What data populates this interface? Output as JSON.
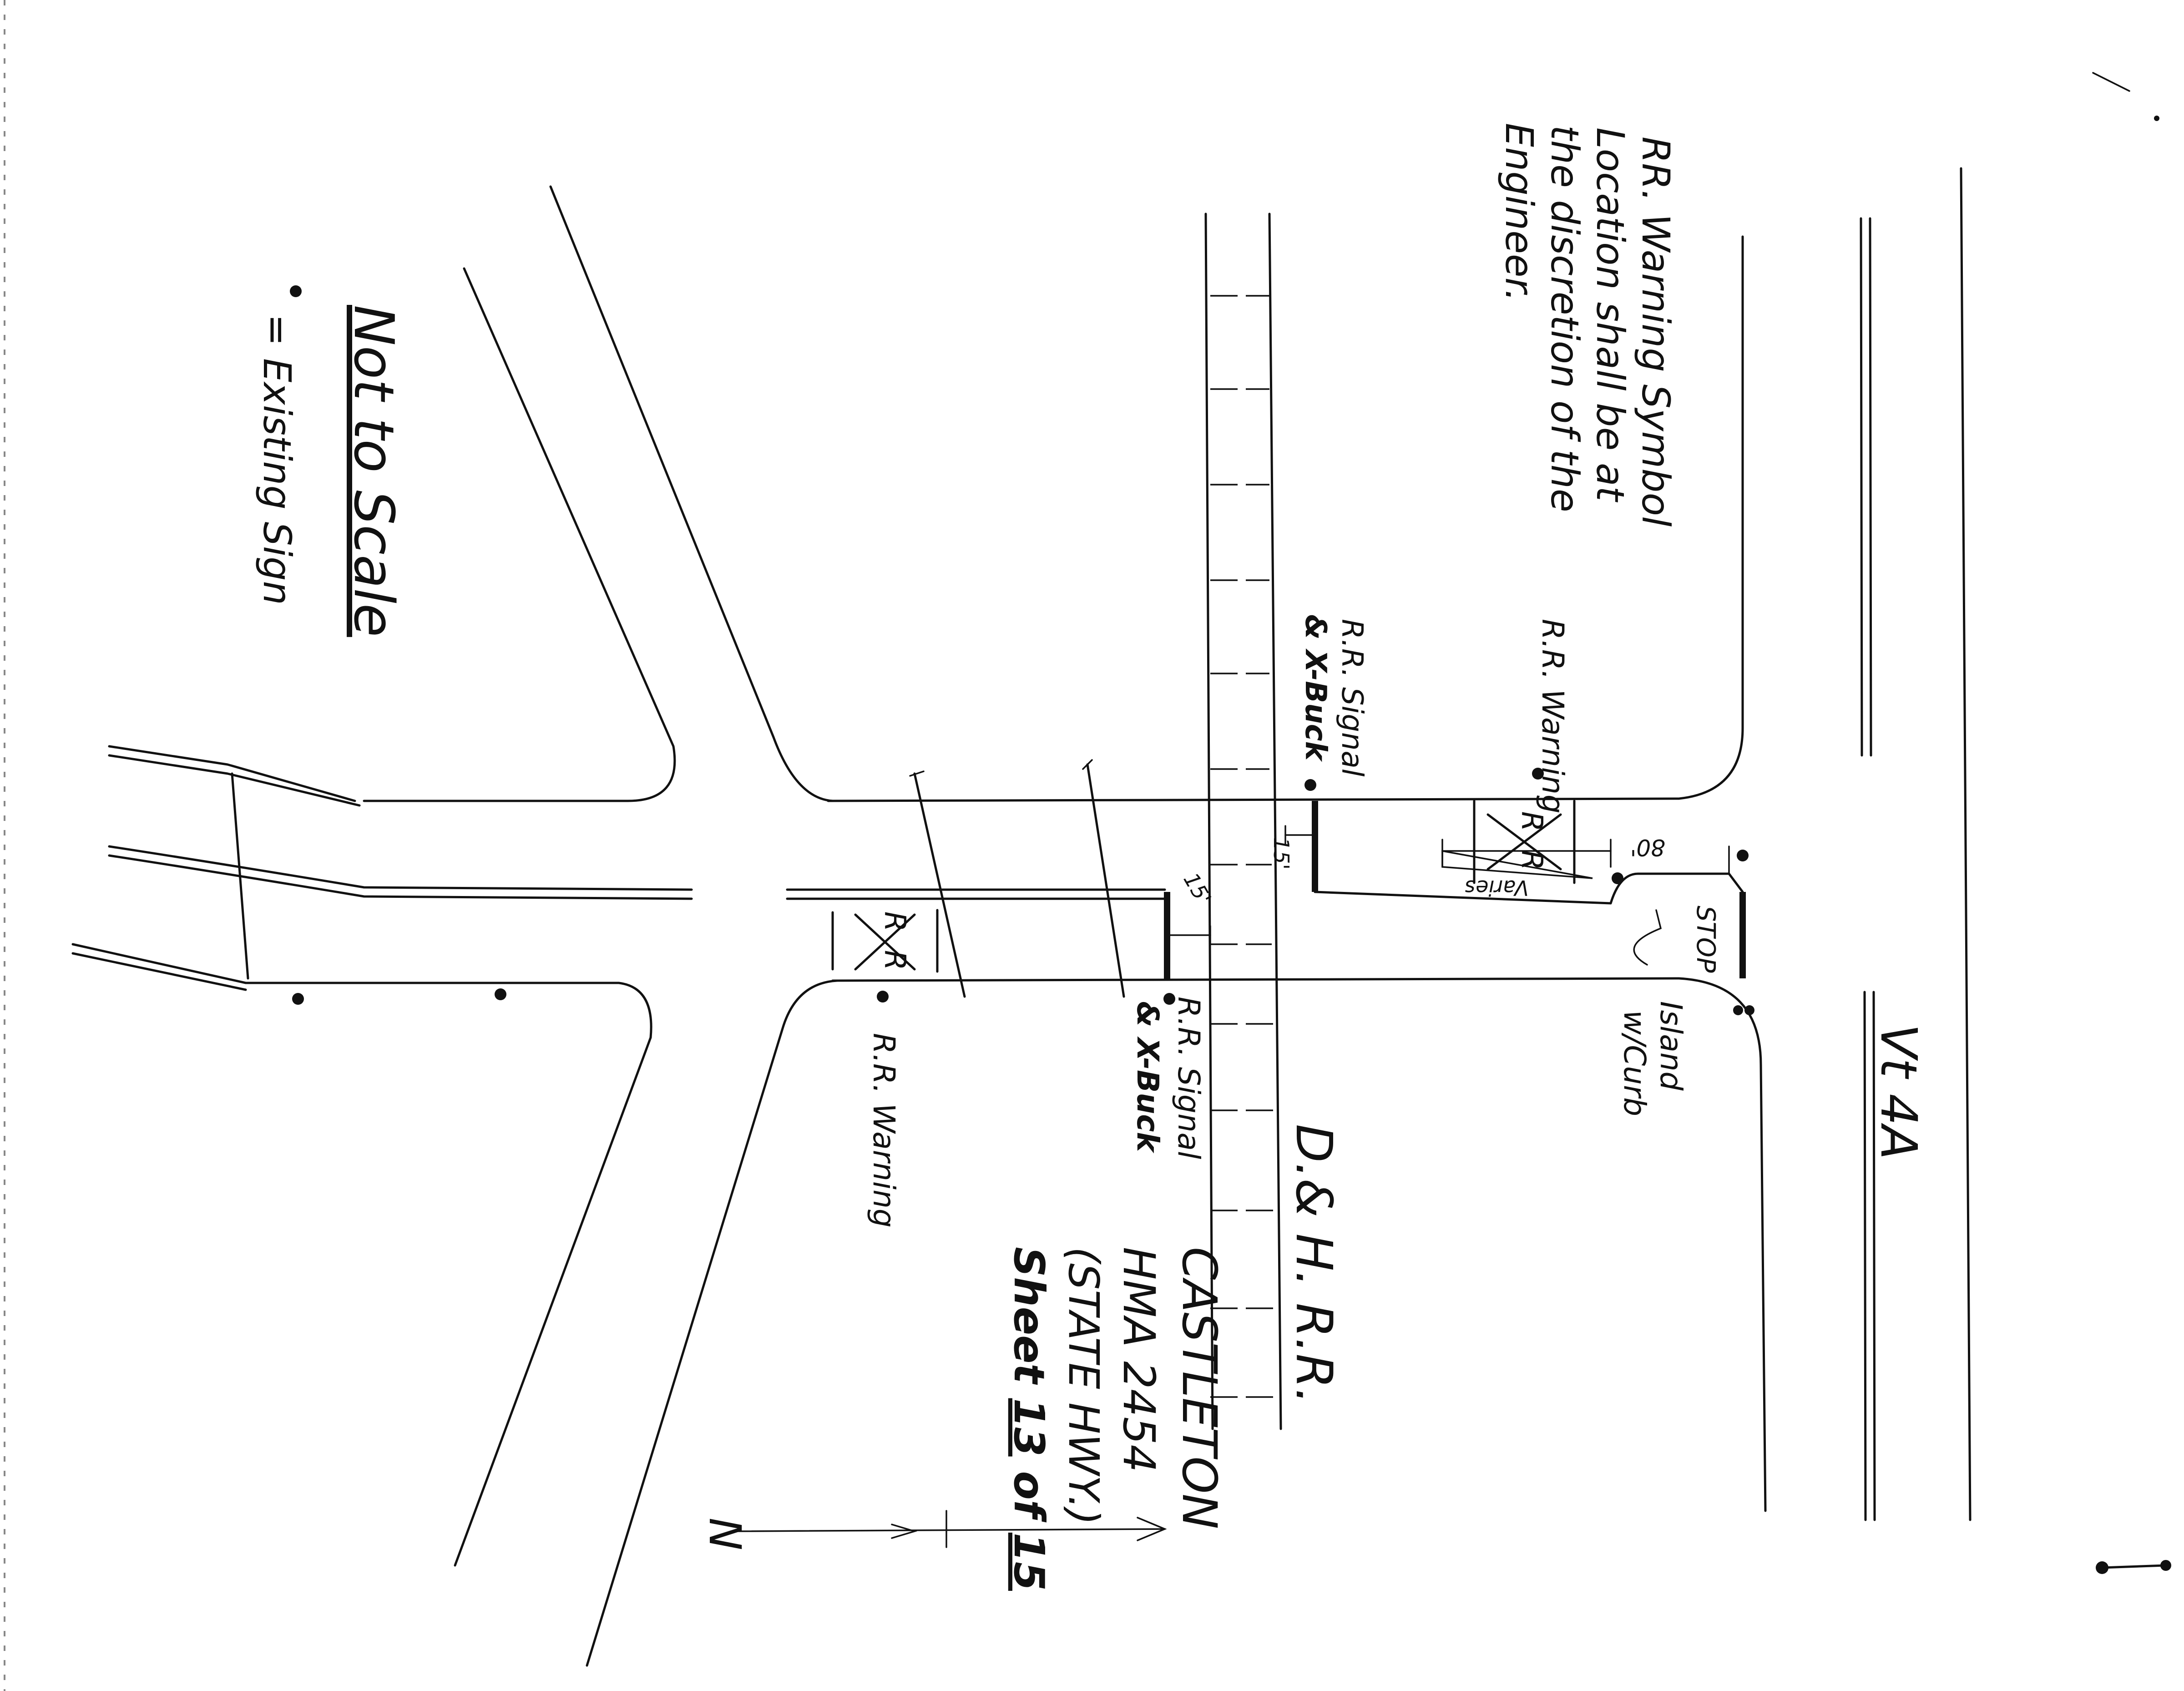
{
  "diagram": {
    "note_lines": [
      "RR. Warning Symbol",
      "Location shall be at",
      "the discretion of the",
      "Engineer."
    ],
    "scale_note": "Not to Scale",
    "legend_label": "= Existing Sign",
    "highway_label": "Vt 4A",
    "railroad_label": "D.& H. R.R.",
    "labels": {
      "rr_warning_upper": "R.R. Warning",
      "rr_signal_upper_line1": "R.R. Signal",
      "rr_signal_upper_line2": "& X-Buck",
      "rr_signal_lower_line1": "R.R. Signal",
      "rr_signal_lower_line2": "& X-Buck",
      "rr_warning_lower": "R.R. Warning",
      "island_line1": "Island",
      "island_line2": "w/Curb",
      "stop_sign": "STOP",
      "dim_15_a": "15'",
      "dim_15_b": "15'",
      "dim_80": "80'",
      "dim_varies": "Varies"
    },
    "rr_symbol_letters": {
      "left": "R",
      "right": "R"
    },
    "title_block": {
      "town": "CASTLETON",
      "project": "HMA 2454",
      "type": "(STATE HWY.)",
      "sheet_prefix": "Sheet",
      "sheet_number": "13",
      "sheet_of": "of",
      "sheet_total": "15"
    },
    "north_arrow_label": "N"
  }
}
